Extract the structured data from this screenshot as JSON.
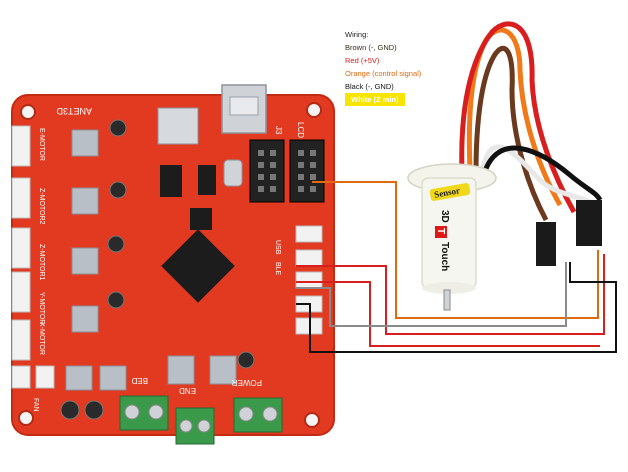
{
  "legend": {
    "title": "Wiring:",
    "brown": "Brown (-, GND)",
    "red": "Red (+5V)",
    "orange": "Orange (control signal)",
    "black": "Black (-, GND)",
    "white": "White (Z min)"
  },
  "board": {
    "name": "ANET3D",
    "port_labels": [
      "J3",
      "LCD",
      "USB",
      "BLE"
    ],
    "motor_labels": [
      "E-MOTOR",
      "Z-MOTOR2",
      "Z-MOTOR1",
      "Y-MOTOR",
      "X-MOTOR"
    ],
    "power_labels": [
      "BED",
      "END",
      "POWER",
      "FAN"
    ]
  },
  "sensor": {
    "brand": "Sensor",
    "name_prefix": "3D",
    "name_mark": "T",
    "name_suffix": "Touch"
  },
  "colors": {
    "board": "#e23a20",
    "board_edge": "#c22a12",
    "heatsink": "#b9bfc6",
    "terminal": "#3a9a4a",
    "wire_brown": "#6b3a1e",
    "wire_red": "#d81e1e",
    "wire_orange": "#f07a1a",
    "wire_black": "#111111",
    "wire_white": "#e8e8e8",
    "wire_gray": "#8a8a8a"
  }
}
